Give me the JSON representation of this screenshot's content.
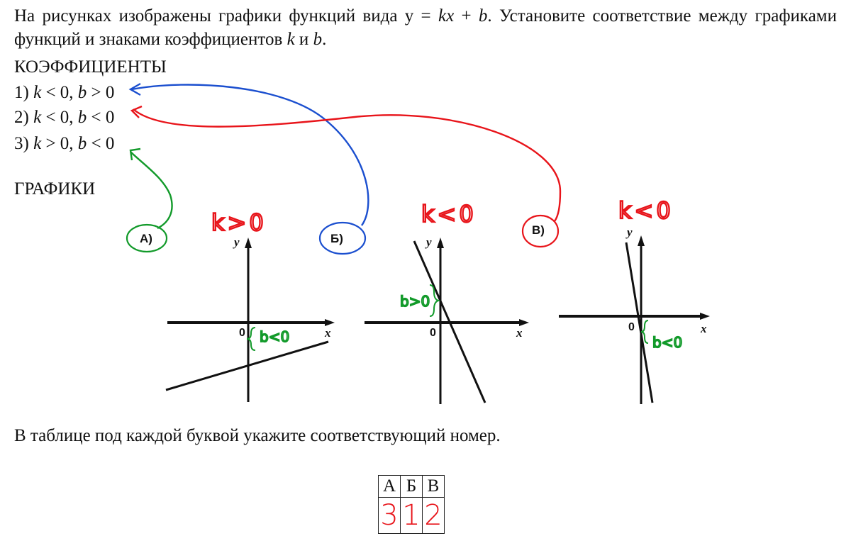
{
  "problem": {
    "line1_part1": "На рисунках изображены графики функций вида y = ",
    "line1_kx": "kx",
    "line1_plus": " + ",
    "line1_b": "b",
    "line1_part2": ". Установите соответствие между графиками функций и знаками коэффициентов ",
    "k": "k",
    "and": " и ",
    "b": "b",
    "dot": "."
  },
  "coefficients_heading": "КОЭФФИЦИЕНТЫ",
  "coefficients": [
    {
      "num": "1) ",
      "k": "k",
      "rest": " < 0, ",
      "b": "b",
      "rest2": " > 0"
    },
    {
      "num": "2) ",
      "k": "k",
      "rest": " < 0, ",
      "b": "b",
      "rest2": " < 0"
    },
    {
      "num": "3) ",
      "k": "k",
      "rest": " > 0, ",
      "b": "b",
      "rest2": " < 0"
    }
  ],
  "graphs_heading": "ГРАФИКИ",
  "graphs": [
    {
      "label": "А)",
      "y": "y",
      "x": "x",
      "zero": "0",
      "note_k": "k>0",
      "note_b": "b<0"
    },
    {
      "label": "Б)",
      "y": "y",
      "x": "x",
      "zero": "0",
      "note_k": "k<0",
      "note_b": "b>0"
    },
    {
      "label": "В)",
      "y": "y",
      "x": "x",
      "zero": "0",
      "note_k": "k<0",
      "note_b": "b<0"
    }
  ],
  "instruction": "В таблице под каждой буквой укажите соответствующий номер.",
  "table": {
    "headers": [
      "А",
      "Б",
      "В"
    ],
    "answers": [
      "3",
      "1",
      "2"
    ]
  },
  "colors": {
    "red": "#e8141a",
    "blue": "#1b4fcf",
    "green": "#129a2a"
  }
}
